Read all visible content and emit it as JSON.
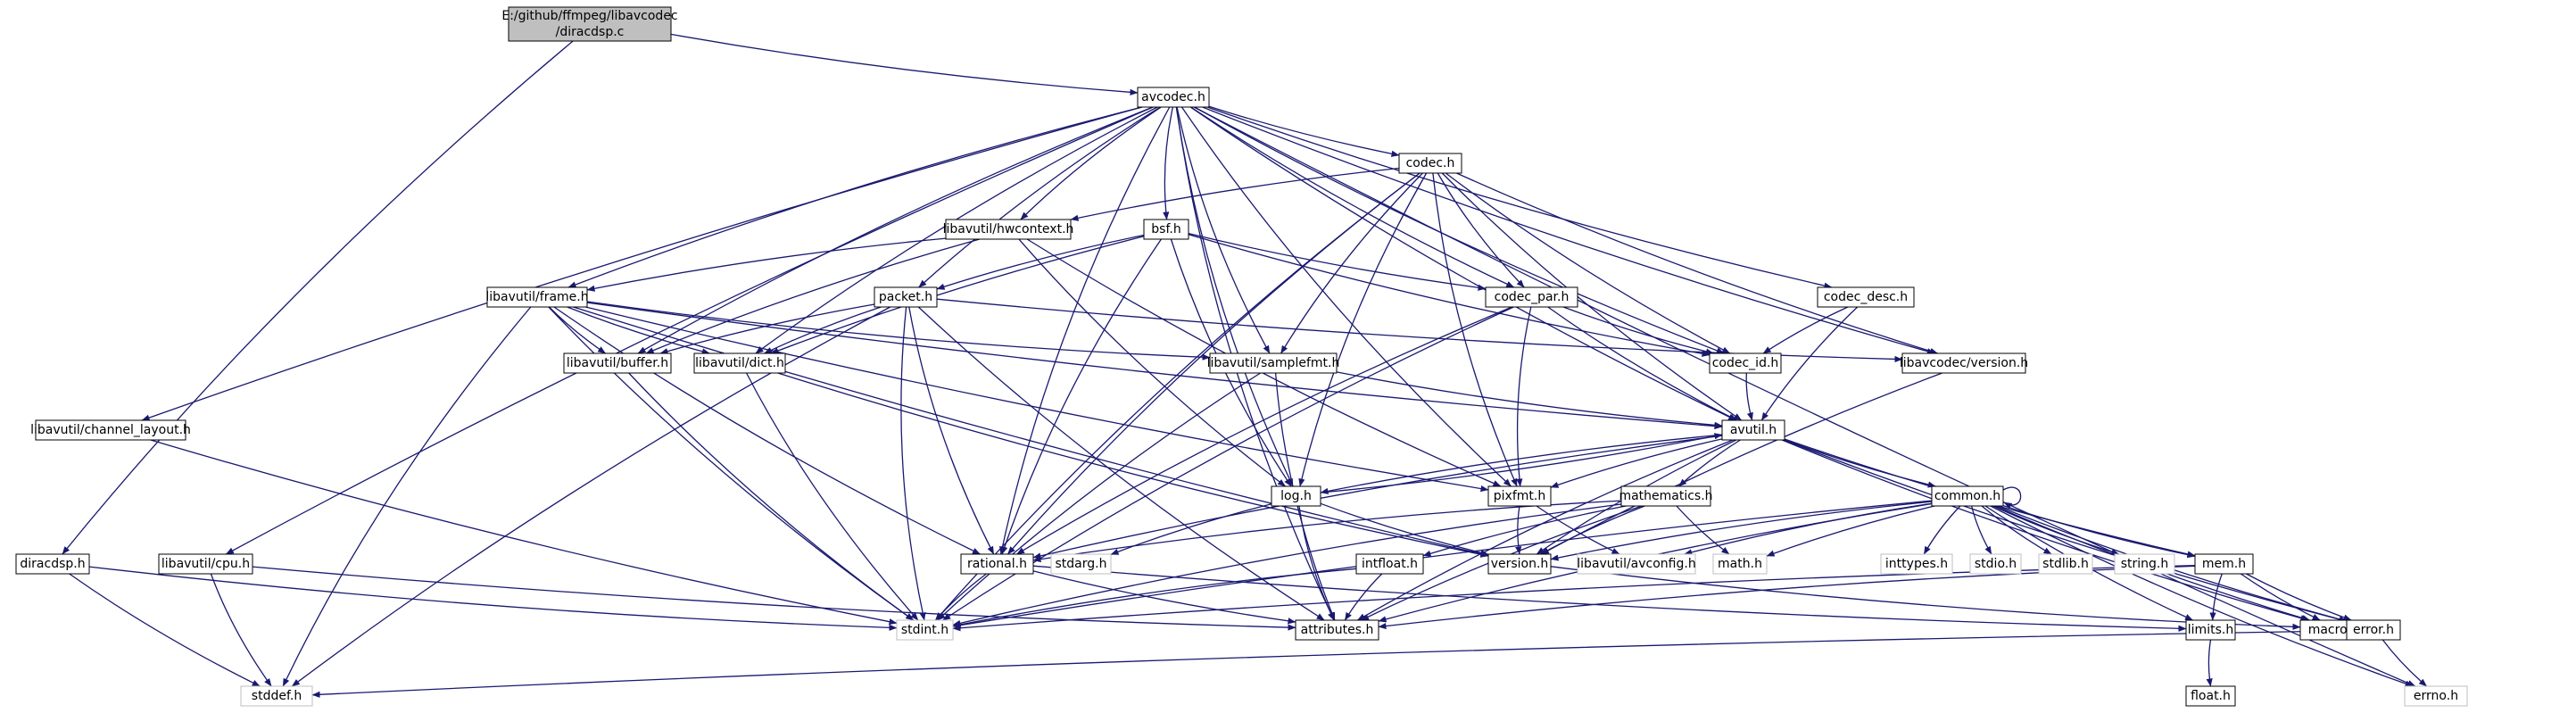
{
  "graph": {
    "colors": {
      "edge": "#191970",
      "root_fill": "#bfbfbf",
      "node_border": "#000000",
      "ghost_border": "#bfbfbf",
      "node_fill": "#ffffff",
      "text": "#000000"
    },
    "nodes": [
      {
        "id": "root",
        "label": "E:/github/ffmpeg/libavcodec\n/diracdsp.c",
        "kind": "root"
      },
      {
        "id": "avcodec",
        "label": "avcodec.h"
      },
      {
        "id": "codec",
        "label": "codec.h"
      },
      {
        "id": "hwcontext",
        "label": "libavutil/hwcontext.h"
      },
      {
        "id": "bsf",
        "label": "bsf.h"
      },
      {
        "id": "frame",
        "label": "libavutil/frame.h"
      },
      {
        "id": "packet",
        "label": "packet.h"
      },
      {
        "id": "codec_par",
        "label": "codec_par.h"
      },
      {
        "id": "codec_desc",
        "label": "codec_desc.h"
      },
      {
        "id": "buffer",
        "label": "libavutil/buffer.h"
      },
      {
        "id": "dict",
        "label": "libavutil/dict.h"
      },
      {
        "id": "samplefmt",
        "label": "libavutil/samplefmt.h"
      },
      {
        "id": "codec_id",
        "label": "codec_id.h"
      },
      {
        "id": "lavc_version",
        "label": "libavcodec/version.h"
      },
      {
        "id": "channel_layout",
        "label": "libavutil/channel_layout.h"
      },
      {
        "id": "avutil",
        "label": "avutil.h"
      },
      {
        "id": "log",
        "label": "log.h"
      },
      {
        "id": "pixfmt",
        "label": "pixfmt.h"
      },
      {
        "id": "mathematics",
        "label": "mathematics.h"
      },
      {
        "id": "common",
        "label": "common.h"
      },
      {
        "id": "diracdsp",
        "label": "diracdsp.h"
      },
      {
        "id": "cpu",
        "label": "libavutil/cpu.h"
      },
      {
        "id": "rational",
        "label": "rational.h"
      },
      {
        "id": "stdarg",
        "label": "stdarg.h",
        "kind": "ghost"
      },
      {
        "id": "intfloat",
        "label": "intfloat.h"
      },
      {
        "id": "version",
        "label": "version.h"
      },
      {
        "id": "avconfig",
        "label": "libavutil/avconfig.h",
        "kind": "ghost"
      },
      {
        "id": "math",
        "label": "math.h",
        "kind": "ghost"
      },
      {
        "id": "inttypes",
        "label": "inttypes.h",
        "kind": "ghost"
      },
      {
        "id": "stdio",
        "label": "stdio.h",
        "kind": "ghost"
      },
      {
        "id": "stdlib",
        "label": "stdlib.h",
        "kind": "ghost"
      },
      {
        "id": "string",
        "label": "string.h",
        "kind": "ghost"
      },
      {
        "id": "mem",
        "label": "mem.h"
      },
      {
        "id": "stdint",
        "label": "stdint.h",
        "kind": "ghost"
      },
      {
        "id": "attributes",
        "label": "attributes.h"
      },
      {
        "id": "limits",
        "label": "limits.h"
      },
      {
        "id": "macros",
        "label": "macros.h"
      },
      {
        "id": "error",
        "label": "error.h"
      },
      {
        "id": "float",
        "label": "float.h"
      },
      {
        "id": "stddef",
        "label": "stddef.h",
        "kind": "ghost"
      },
      {
        "id": "errno",
        "label": "errno.h",
        "kind": "ghost"
      }
    ],
    "edges": [
      [
        "root",
        "avcodec"
      ],
      [
        "root",
        "diracdsp"
      ],
      [
        "avcodec",
        "codec"
      ],
      [
        "avcodec",
        "hwcontext"
      ],
      [
        "avcodec",
        "bsf"
      ],
      [
        "avcodec",
        "frame"
      ],
      [
        "avcodec",
        "packet"
      ],
      [
        "avcodec",
        "codec_par"
      ],
      [
        "avcodec",
        "codec_desc"
      ],
      [
        "avcodec",
        "buffer"
      ],
      [
        "avcodec",
        "dict"
      ],
      [
        "avcodec",
        "samplefmt"
      ],
      [
        "avcodec",
        "codec_id"
      ],
      [
        "avcodec",
        "lavc_version"
      ],
      [
        "avcodec",
        "channel_layout"
      ],
      [
        "avcodec",
        "avutil"
      ],
      [
        "avcodec",
        "log"
      ],
      [
        "avcodec",
        "pixfmt"
      ],
      [
        "avcodec",
        "cpu"
      ],
      [
        "avcodec",
        "rational"
      ],
      [
        "avcodec",
        "attributes"
      ],
      [
        "avcodec",
        "errno"
      ],
      [
        "codec",
        "hwcontext"
      ],
      [
        "codec",
        "codec_par"
      ],
      [
        "codec",
        "samplefmt"
      ],
      [
        "codec",
        "codec_id"
      ],
      [
        "codec",
        "lavc_version"
      ],
      [
        "codec",
        "avutil"
      ],
      [
        "codec",
        "log"
      ],
      [
        "codec",
        "pixfmt"
      ],
      [
        "codec",
        "rational"
      ],
      [
        "codec",
        "stdint"
      ],
      [
        "hwcontext",
        "frame"
      ],
      [
        "hwcontext",
        "buffer"
      ],
      [
        "hwcontext",
        "log"
      ],
      [
        "hwcontext",
        "pixfmt"
      ],
      [
        "bsf",
        "packet"
      ],
      [
        "bsf",
        "codec_par"
      ],
      [
        "bsf",
        "codec_id"
      ],
      [
        "bsf",
        "dict"
      ],
      [
        "bsf",
        "log"
      ],
      [
        "bsf",
        "rational"
      ],
      [
        "frame",
        "buffer"
      ],
      [
        "frame",
        "dict"
      ],
      [
        "frame",
        "samplefmt"
      ],
      [
        "frame",
        "avutil"
      ],
      [
        "frame",
        "pixfmt"
      ],
      [
        "frame",
        "rational"
      ],
      [
        "frame",
        "version"
      ],
      [
        "frame",
        "stdint"
      ],
      [
        "frame",
        "stddef"
      ],
      [
        "packet",
        "buffer"
      ],
      [
        "packet",
        "dict"
      ],
      [
        "packet",
        "lavc_version"
      ],
      [
        "packet",
        "rational"
      ],
      [
        "packet",
        "attributes"
      ],
      [
        "packet",
        "stdint"
      ],
      [
        "packet",
        "stddef"
      ],
      [
        "codec_par",
        "codec_id"
      ],
      [
        "codec_par",
        "avutil"
      ],
      [
        "codec_par",
        "pixfmt"
      ],
      [
        "codec_par",
        "rational"
      ],
      [
        "codec_par",
        "stdint"
      ],
      [
        "codec_desc",
        "codec_id"
      ],
      [
        "codec_desc",
        "avutil"
      ],
      [
        "buffer",
        "stdint"
      ],
      [
        "dict",
        "stdint"
      ],
      [
        "dict",
        "version"
      ],
      [
        "samplefmt",
        "avutil"
      ],
      [
        "samplefmt",
        "attributes"
      ],
      [
        "samplefmt",
        "stdint"
      ],
      [
        "codec_id",
        "avutil"
      ],
      [
        "lavc_version",
        "version"
      ],
      [
        "channel_layout",
        "stdint"
      ],
      [
        "avutil",
        "log"
      ],
      [
        "avutil",
        "pixfmt"
      ],
      [
        "avutil",
        "mathematics"
      ],
      [
        "avutil",
        "common"
      ],
      [
        "avutil",
        "rational"
      ],
      [
        "avutil",
        "version"
      ],
      [
        "avutil",
        "attributes"
      ],
      [
        "avutil",
        "macros"
      ],
      [
        "avutil",
        "error"
      ],
      [
        "avutil",
        "mem"
      ],
      [
        "log",
        "avutil"
      ],
      [
        "log",
        "stdarg"
      ],
      [
        "log",
        "version"
      ],
      [
        "log",
        "attributes"
      ],
      [
        "pixfmt",
        "version"
      ],
      [
        "pixfmt",
        "avconfig"
      ],
      [
        "mathematics",
        "intfloat"
      ],
      [
        "mathematics",
        "rational"
      ],
      [
        "mathematics",
        "attributes"
      ],
      [
        "mathematics",
        "math"
      ],
      [
        "mathematics",
        "stdint"
      ],
      [
        "mathematics",
        "version"
      ],
      [
        "common",
        "common"
      ],
      [
        "common",
        "attributes"
      ],
      [
        "common",
        "macros"
      ],
      [
        "common",
        "version"
      ],
      [
        "common",
        "mem"
      ],
      [
        "common",
        "error"
      ],
      [
        "common",
        "avconfig"
      ],
      [
        "common",
        "math"
      ],
      [
        "common",
        "inttypes"
      ],
      [
        "common",
        "stdio"
      ],
      [
        "common",
        "stdlib"
      ],
      [
        "common",
        "string"
      ],
      [
        "common",
        "stdint"
      ],
      [
        "common",
        "limits"
      ],
      [
        "common",
        "errno"
      ],
      [
        "diracdsp",
        "stdint"
      ],
      [
        "diracdsp",
        "stddef"
      ],
      [
        "cpu",
        "attributes"
      ],
      [
        "cpu",
        "stddef"
      ],
      [
        "rational",
        "stdint"
      ],
      [
        "rational",
        "limits"
      ],
      [
        "rational",
        "attributes"
      ],
      [
        "intfloat",
        "stdint"
      ],
      [
        "intfloat",
        "attributes"
      ],
      [
        "version",
        "macros"
      ],
      [
        "mem",
        "attributes"
      ],
      [
        "mem",
        "limits"
      ],
      [
        "mem",
        "error"
      ],
      [
        "mem",
        "stdint"
      ],
      [
        "mem",
        "macros"
      ],
      [
        "limits",
        "float"
      ],
      [
        "error",
        "errno"
      ],
      [
        "error",
        "stddef"
      ]
    ]
  }
}
